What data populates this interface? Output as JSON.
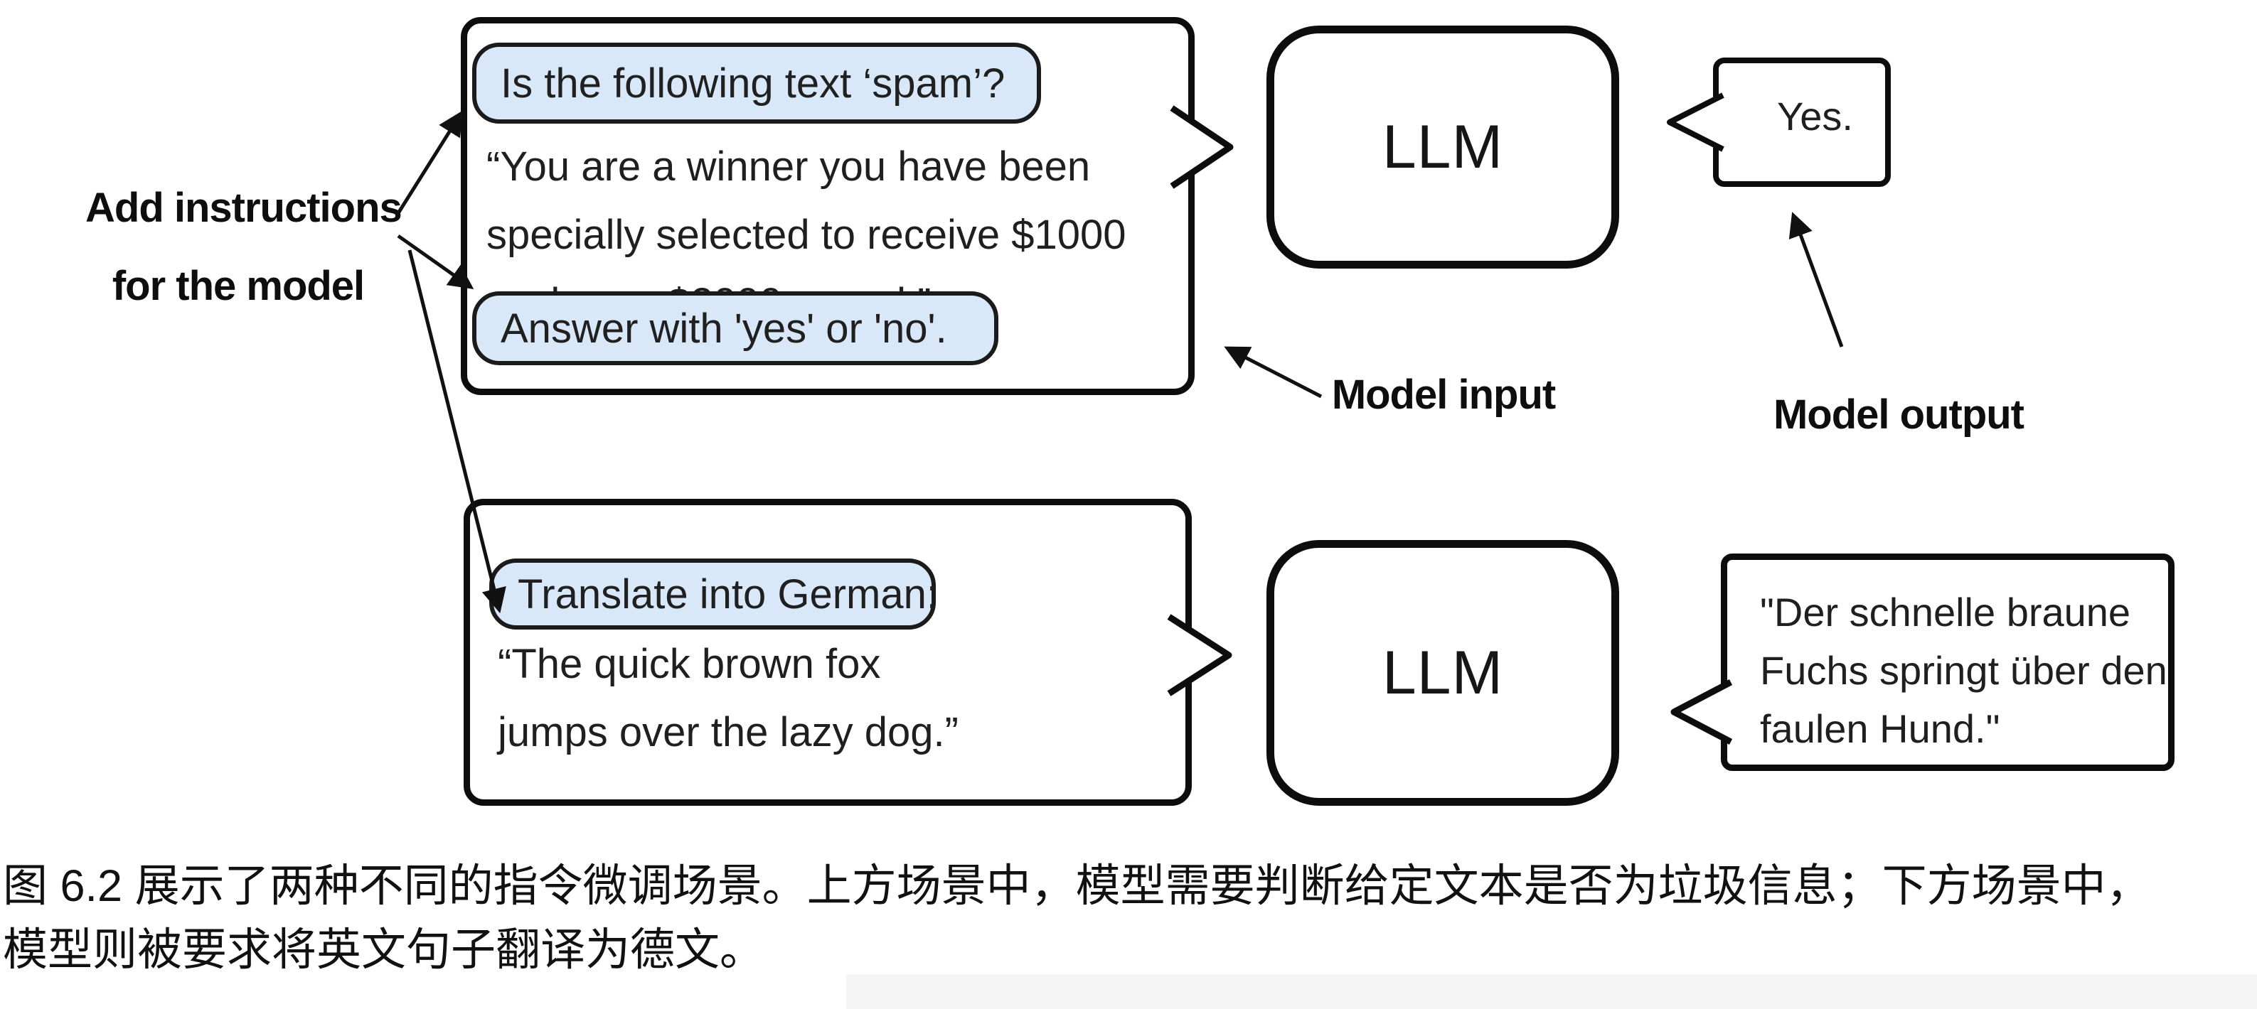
{
  "colors": {
    "pill_bg": "#d9e8f8",
    "pill_border": "#1b1b1b",
    "box_border": "#0d0d0d",
    "text": "#1f1f1f",
    "arrow": "#111111"
  },
  "labels": {
    "add_instructions_line1": "Add instructions",
    "add_instructions_line2": "for the model",
    "model_input": "Model input",
    "model_output": "Model output"
  },
  "top_scenario": {
    "pill_question": "Is the following text ‘spam’?",
    "body_lines": [
      "“You are a winner you have been",
      "specially selected to receive $1000",
      "cash or a $2000 award.”"
    ],
    "pill_answer": "Answer with 'yes' or 'no'.",
    "llm_label": "LLM",
    "output_text": "Yes."
  },
  "bottom_scenario": {
    "pill_instruction": "Translate into German:",
    "body_lines": [
      "“The quick brown fox",
      "jumps over the lazy dog.”"
    ],
    "llm_label": "LLM",
    "output_lines": [
      "\"Der schnelle braune",
      "Fuchs springt über den",
      "faulen Hund.\""
    ]
  },
  "caption": {
    "lines": [
      "图 6.2 展示了两种不同的指令微调场景。上方场景中，模型需要判断给定文本是否为垃圾信息；下方场景中，",
      "模型则被要求将英文句子翻译为德文。"
    ]
  }
}
